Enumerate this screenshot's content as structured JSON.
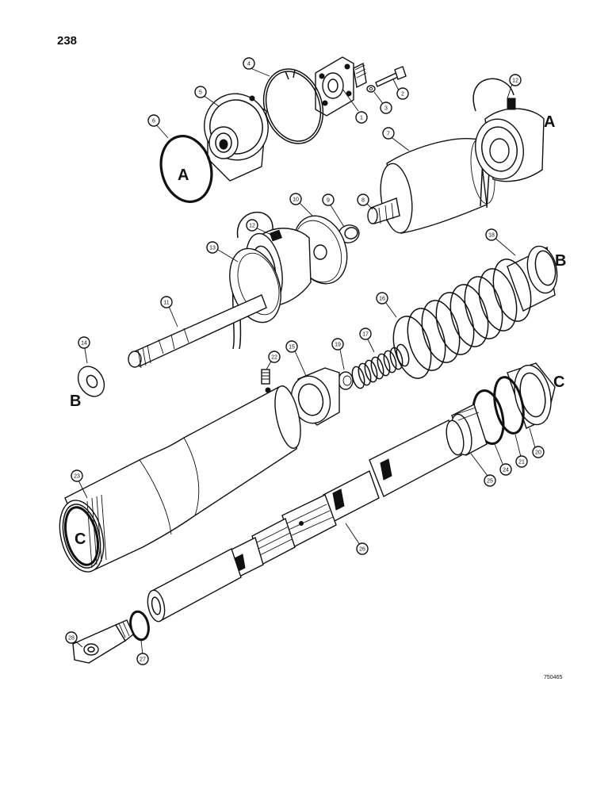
{
  "page": {
    "number": "238",
    "figure_code": "750465"
  },
  "letters": [
    "A",
    "B",
    "C"
  ],
  "callouts": [
    "1",
    "2",
    "3",
    "4",
    "5",
    "6",
    "7",
    "8",
    "9",
    "10",
    "11",
    "12",
    "13",
    "14",
    "15",
    "16",
    "17",
    "18",
    "19",
    "20",
    "21",
    "22",
    "23",
    "24",
    "25",
    "26",
    "27",
    "28"
  ]
}
